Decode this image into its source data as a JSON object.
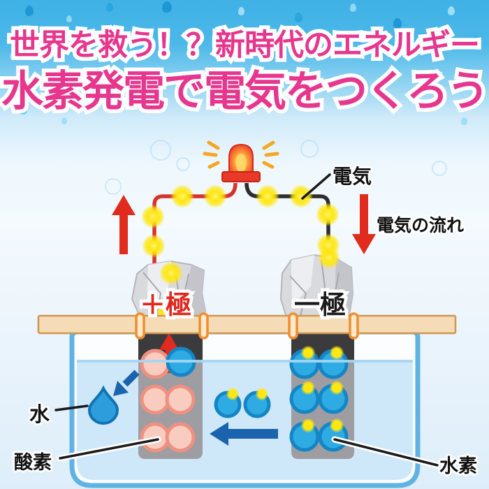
{
  "header": {
    "subtitle": "世界を救う！？新時代のエネルギー",
    "title": "水素発電で電気をつくろう"
  },
  "diagram": {
    "electricity_label": "電気",
    "current_flow_label": "電気の流れ",
    "positive_electrode_label": "＋極",
    "negative_electrode_label": "一極",
    "water_label": "水",
    "oxygen_label": "酸素",
    "hydrogen_label": "水素",
    "molecules": {
      "oxygen_on_left_electrode": 5,
      "blue_molecule_on_left_electrode": 1,
      "hydrogen_on_right_electrode": 6,
      "hydrogen_free_between_electrodes": 2,
      "electron_dots_on_circuit": 11
    },
    "colors": {
      "title_pink": "#e6368e",
      "background_blue": "#45b4e7",
      "wire_red": "#d4342b",
      "wire_black": "#2d2d2d",
      "electron_yellow": "#ffe712",
      "hydrogen_blue": "#2fabe3",
      "oxygen_pink": "#f8cdc0",
      "arrow_red": "#e02b1e",
      "arrow_blue": "#1b64ad",
      "board_tan": "#f5dcb6",
      "clip_orange": "#ef8e2e",
      "tank_blue": "#5fb3e4",
      "foil_gray": "#d9dade",
      "led_red": "#e73a28"
    }
  }
}
